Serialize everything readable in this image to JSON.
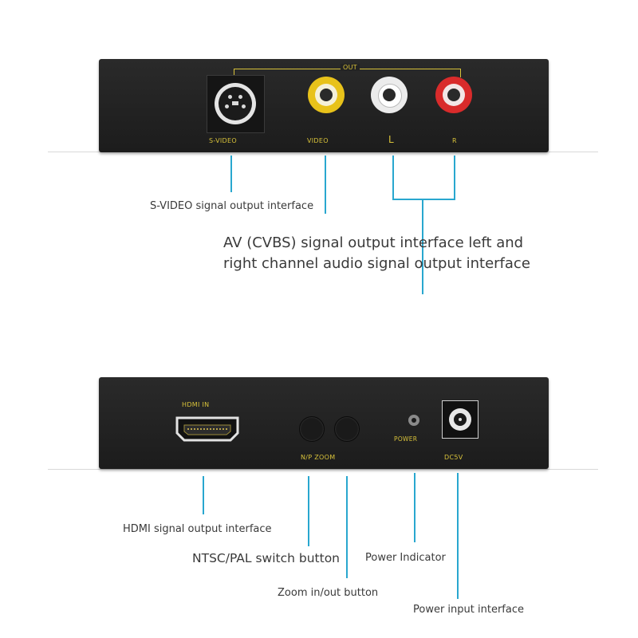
{
  "top_device": {
    "out_label": "OUT",
    "svideo_port_label": "S-VIDEO",
    "video_port_label": "VIDEO",
    "left_port_label": "L",
    "right_port_label": "R"
  },
  "bottom_device": {
    "hdmi_port_label": "HDMI IN",
    "buttons_label": "N/P ZOOM",
    "power_label": "POWER",
    "dc_label": "DC5V"
  },
  "callouts": {
    "svideo_output": "S-VIDEO signal output interface",
    "av_output_line1": "AV (CVBS) signal output interface left and",
    "av_output_line2": "right channel audio signal output interface",
    "hdmi_output": "HDMI signal output interface",
    "ntsc_pal": "NTSC/PAL switch button",
    "zoom": "Zoom in/out button",
    "power_indicator": "Power Indicator",
    "power_input": "Power input interface"
  },
  "colors": {
    "leader_line": "#29a7cf",
    "port_label": "#d8c23a",
    "rca_video": "#e8c21a",
    "rca_left": "#e8e8e8",
    "rca_right": "#d92b2b",
    "device_body": "#222222"
  }
}
